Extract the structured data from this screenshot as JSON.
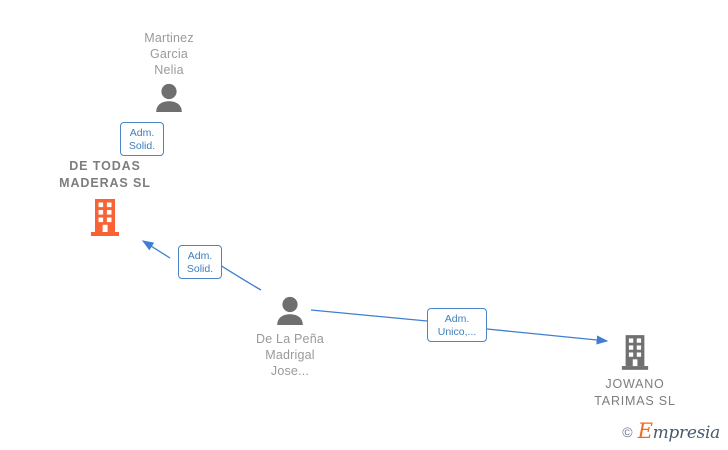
{
  "diagram": {
    "type": "corporate-relationship-graph",
    "background": "#ffffff",
    "colors": {
      "person_icon": "#6f6f6f",
      "company_icon_highlight": "#f96234",
      "company_icon_default": "#707070",
      "edge": "#3f7fd0",
      "chip_border": "#4a86c8",
      "chip_text": "#3d7ebd",
      "person_label": "#9a9a9a",
      "company_label": "#7d7d7d"
    },
    "nodes": [
      {
        "id": "person-martinez",
        "kind": "person",
        "label": "Martinez\nGarcia\nNelia",
        "icon": "person-icon",
        "highlighted": false
      },
      {
        "id": "company-de-todas-maderas",
        "kind": "company",
        "label": "DE TODAS\nMADERAS  SL",
        "icon": "building-icon",
        "highlighted": true
      },
      {
        "id": "person-de-la-pena",
        "kind": "person",
        "label": "De La Peña\nMadrigal\nJose...",
        "icon": "person-icon",
        "highlighted": false
      },
      {
        "id": "company-jowano-tarimas",
        "kind": "company",
        "label": "JOWANO\nTARIMAS  SL",
        "icon": "building-icon",
        "highlighted": false
      }
    ],
    "edges": [
      {
        "id": "edge-martinez-maderas",
        "from": "person-martinez",
        "to": "company-de-todas-maderas",
        "chip": "Adm.\nSolid.",
        "arrow": false
      },
      {
        "id": "edge-pena-maderas",
        "from": "person-de-la-pena",
        "to": "company-de-todas-maderas",
        "chip": "Adm.\nSolid.",
        "arrow": true
      },
      {
        "id": "edge-pena-jowano",
        "from": "person-de-la-pena",
        "to": "company-jowano-tarimas",
        "chip": "Adm.\nUnico,...",
        "arrow": true
      }
    ]
  },
  "watermark": {
    "copyright": "©",
    "brand_initial": "E",
    "brand_rest": "mpresia"
  }
}
